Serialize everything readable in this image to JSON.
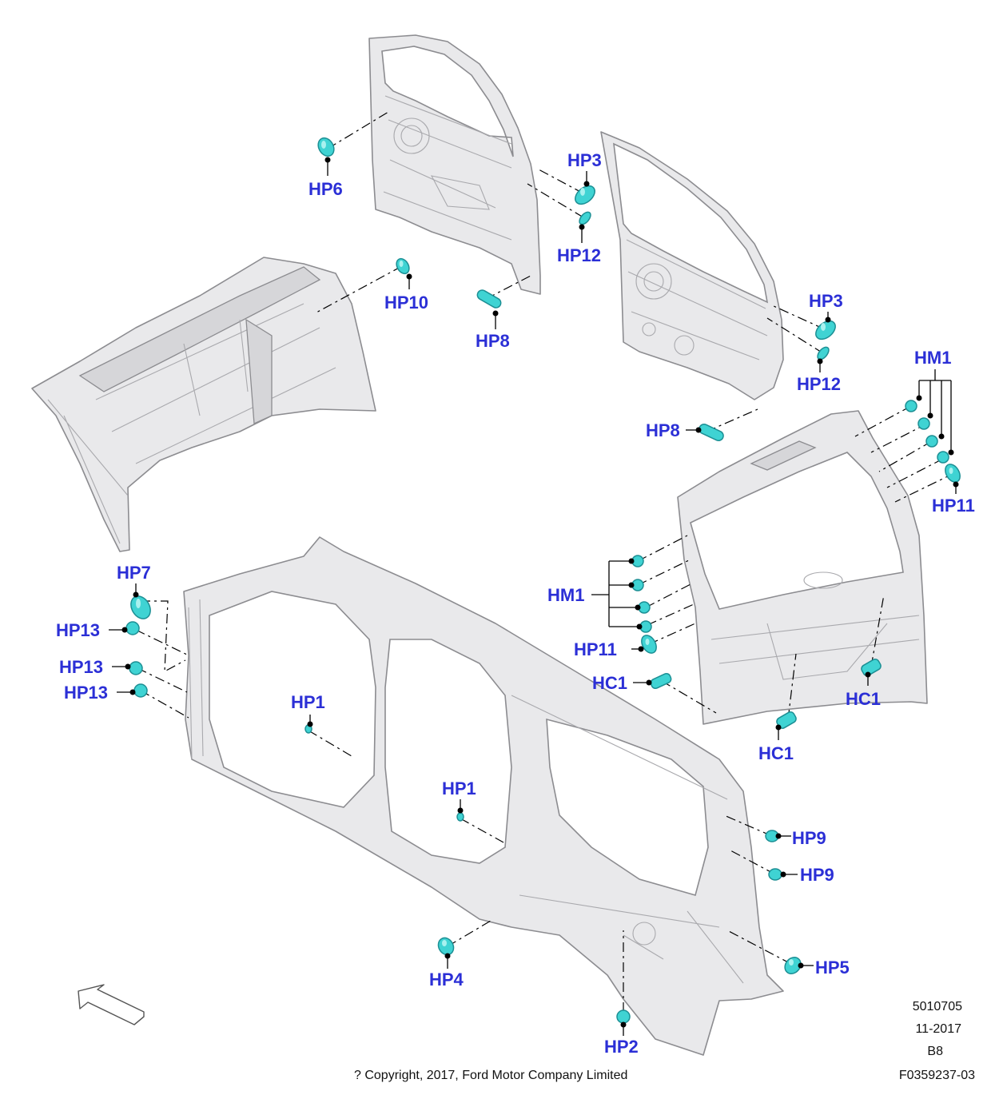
{
  "labels": {
    "hp6": "HP6",
    "hp3_front": "HP3",
    "hp12_front": "HP12",
    "hp10": "HP10",
    "hp8_front": "HP8",
    "hp3_rear": "HP3",
    "hp12_rear": "HP12",
    "hm1_top": "HM1",
    "hp8_rear": "HP8",
    "hp11_top": "HP11",
    "hp7": "HP7",
    "hm1_left": "HM1",
    "hp13_a": "HP13",
    "hp13_b": "HP13",
    "hp13_c": "HP13",
    "hp11_left": "HP11",
    "hc1_left": "HC1",
    "hc1_right": "HC1",
    "hc1_bottom": "HC1",
    "hp1_front": "HP1",
    "hp1_rear": "HP1",
    "hp9_a": "HP9",
    "hp9_b": "HP9",
    "hp4": "HP4",
    "hp5": "HP5",
    "hp2": "HP2"
  },
  "footer": {
    "copyright": "? Copyright, 2017, Ford Motor Company Limited",
    "ref_number": "5010705",
    "date": "11-2017",
    "code": "B8",
    "figure_id": "F0359237-03"
  },
  "colors": {
    "label": "#2b2fd6",
    "plug": "#3fd3d3",
    "panel": "#e9e9eb",
    "outline": "#8c8c90"
  }
}
